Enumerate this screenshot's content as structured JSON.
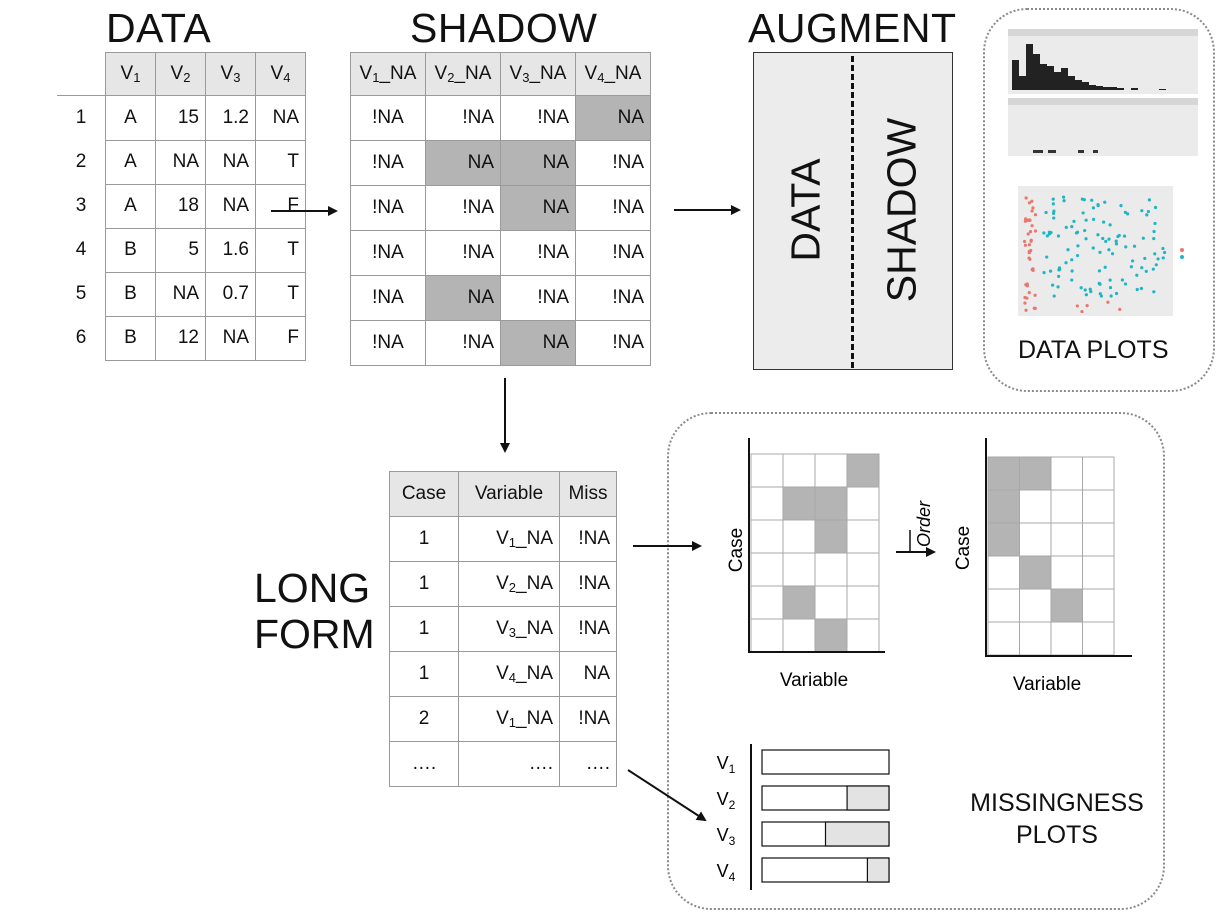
{
  "titles": {
    "data": "DATA",
    "shadow": "SHADOW",
    "augment": "AUGMENT",
    "long_form_line1": "LONG",
    "long_form_line2": "FORM",
    "data_plots": "DATA PLOTS",
    "missingness_plots_line1": "MISSINGNESS",
    "missingness_plots_line2": "PLOTS"
  },
  "data_table": {
    "headers": [
      {
        "base": "V",
        "sub": "1"
      },
      {
        "base": "V",
        "sub": "2"
      },
      {
        "base": "V",
        "sub": "3"
      },
      {
        "base": "V",
        "sub": "4"
      }
    ],
    "row_labels": [
      "1",
      "2",
      "3",
      "4",
      "5",
      "6"
    ],
    "rows": [
      [
        "A",
        "15",
        "1.2",
        "NA"
      ],
      [
        "A",
        "NA",
        "NA",
        "T"
      ],
      [
        "A",
        "18",
        "NA",
        "F"
      ],
      [
        "B",
        "5",
        "1.6",
        "T"
      ],
      [
        "B",
        "NA",
        "0.7",
        "T"
      ],
      [
        "B",
        "12",
        "NA",
        "F"
      ]
    ]
  },
  "shadow_table": {
    "headers": [
      {
        "base": "V",
        "sub": "1",
        "suffix": "_NA"
      },
      {
        "base": "V",
        "sub": "2",
        "suffix": "_NA"
      },
      {
        "base": "V",
        "sub": "3",
        "suffix": "_NA"
      },
      {
        "base": "V",
        "sub": "4",
        "suffix": "_NA"
      }
    ],
    "rows": [
      [
        "!NA",
        "!NA",
        "!NA",
        "NA"
      ],
      [
        "!NA",
        "NA",
        "NA",
        "!NA"
      ],
      [
        "!NA",
        "!NA",
        "NA",
        "!NA"
      ],
      [
        "!NA",
        "!NA",
        "!NA",
        "!NA"
      ],
      [
        "!NA",
        "NA",
        "!NA",
        "!NA"
      ],
      [
        "!NA",
        "!NA",
        "NA",
        "!NA"
      ]
    ]
  },
  "augment_panel": {
    "left_label": "DATA",
    "right_label": "SHADOW"
  },
  "long_table": {
    "headers": [
      "Case",
      "Variable",
      "Miss"
    ],
    "rows": [
      {
        "case": "1",
        "var_base": "V",
        "var_sub": "1",
        "var_suffix": "_NA",
        "miss": "!NA"
      },
      {
        "case": "1",
        "var_base": "V",
        "var_sub": "2",
        "var_suffix": "_NA",
        "miss": "!NA"
      },
      {
        "case": "1",
        "var_base": "V",
        "var_sub": "3",
        "var_suffix": "_NA",
        "miss": "!NA"
      },
      {
        "case": "1",
        "var_base": "V",
        "var_sub": "4",
        "var_suffix": "_NA",
        "miss": "NA"
      },
      {
        "case": "2",
        "var_base": "V",
        "var_sub": "1",
        "var_suffix": "_NA",
        "miss": "!NA"
      },
      {
        "case": "….",
        "var_base": "….",
        "var_sub": "",
        "var_suffix": "",
        "miss": "…."
      }
    ]
  },
  "heatmap_unordered": {
    "ylabel": "Case",
    "xlabel": "Variable",
    "rows": 6,
    "cols": 4,
    "missing_cells": [
      [
        0,
        3
      ],
      [
        1,
        1
      ],
      [
        1,
        2
      ],
      [
        2,
        2
      ],
      [
        4,
        1
      ],
      [
        5,
        2
      ]
    ]
  },
  "heatmap_ordered": {
    "ylabel": "Case",
    "xlabel": "Variable",
    "order_label": "Order",
    "rows": 6,
    "cols": 4,
    "missing_cells": [
      [
        0,
        0
      ],
      [
        0,
        1
      ],
      [
        1,
        0
      ],
      [
        2,
        0
      ],
      [
        3,
        1
      ],
      [
        4,
        2
      ]
    ]
  },
  "missingness_bars": {
    "bars": [
      {
        "base": "V",
        "sub": "1",
        "missing_fraction": 0.0
      },
      {
        "base": "V",
        "sub": "2",
        "missing_fraction": 0.33
      },
      {
        "base": "V",
        "sub": "3",
        "missing_fraction": 0.5
      },
      {
        "base": "V",
        "sub": "4",
        "missing_fraction": 0.17
      }
    ]
  },
  "colors": {
    "missing": "#b4b4b4",
    "header": "#e6e6e6",
    "panel": "#ececec",
    "red_points": "#e8776f",
    "teal_points": "#1fb5c2"
  }
}
